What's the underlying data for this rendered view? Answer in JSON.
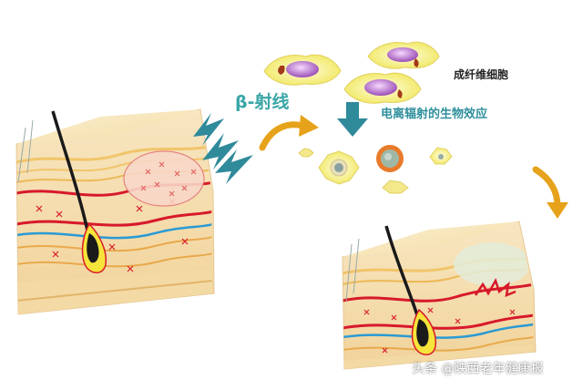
{
  "labels": {
    "beta_ray": "β-射线",
    "ionizing_effect": "电离辐射的生物效应",
    "fibroblast": "成纤维细胞"
  },
  "watermark": "头条 @陕西老年健康报",
  "colors": {
    "dermis": "#f7e2b4",
    "epidermis": "#f3cf82",
    "vessel_red": "#d7192b",
    "vessel_blue": "#2a9ad4",
    "bolt": "#2f8a9a",
    "arrow": "#e6a21a",
    "teal_text": "#3aa6a6"
  }
}
